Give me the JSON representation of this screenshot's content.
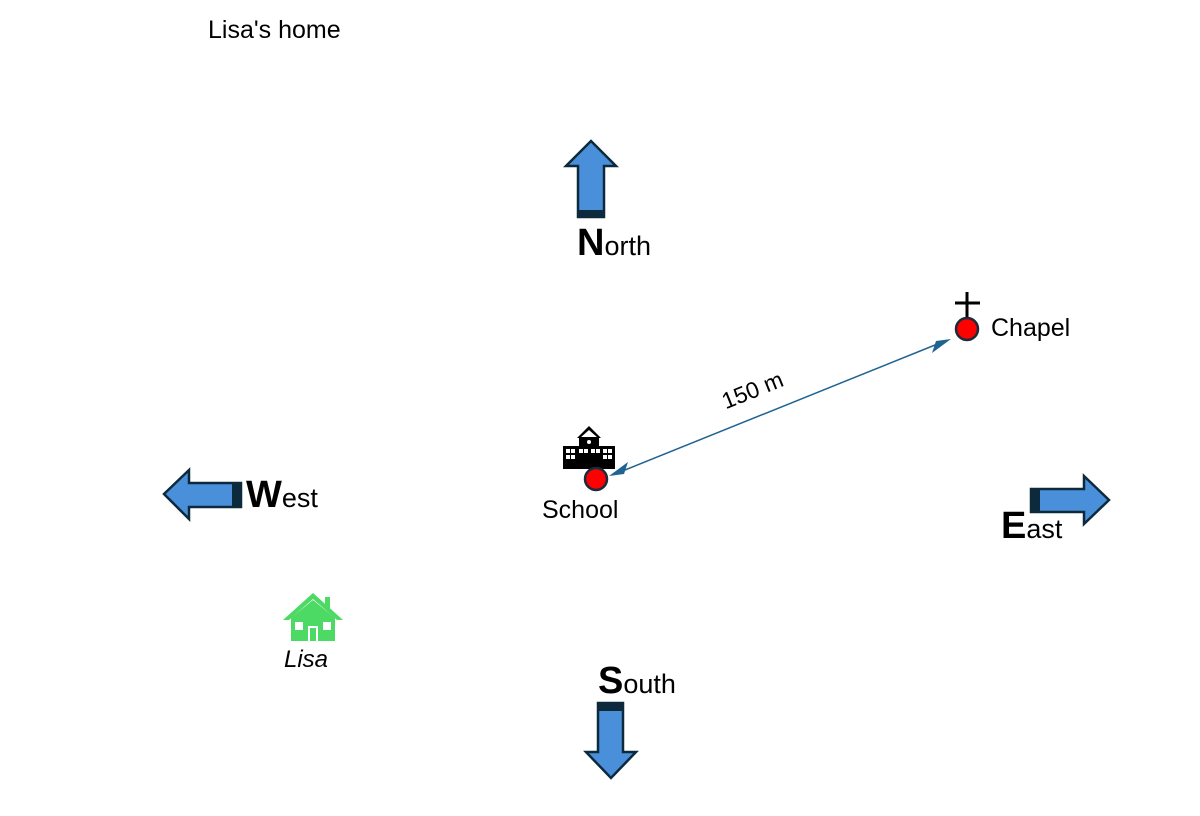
{
  "title": "Lisa's home",
  "compass": {
    "north": {
      "initial": "N",
      "rest": "orth"
    },
    "south": {
      "initial": "S",
      "rest": "outh"
    },
    "west": {
      "initial": "W",
      "rest": "est"
    },
    "east": {
      "initial": "E",
      "rest": "ast"
    }
  },
  "places": {
    "school": {
      "label": "School",
      "icon": "school-building-icon"
    },
    "chapel": {
      "label": "Chapel",
      "icon": "cross-icon"
    },
    "lisa_home": {
      "label": "Lisa",
      "icon": "house-icon"
    }
  },
  "distance": {
    "label": "150 m",
    "from": "School",
    "to": "Chapel"
  },
  "colors": {
    "arrow_fill": "#4a8fd9",
    "arrow_stroke": "#0d2a3d",
    "marker_fill": "#ff0000",
    "marker_stroke": "#1a2b3c",
    "distance_line": "#1f6391",
    "house": "#4cd964"
  }
}
